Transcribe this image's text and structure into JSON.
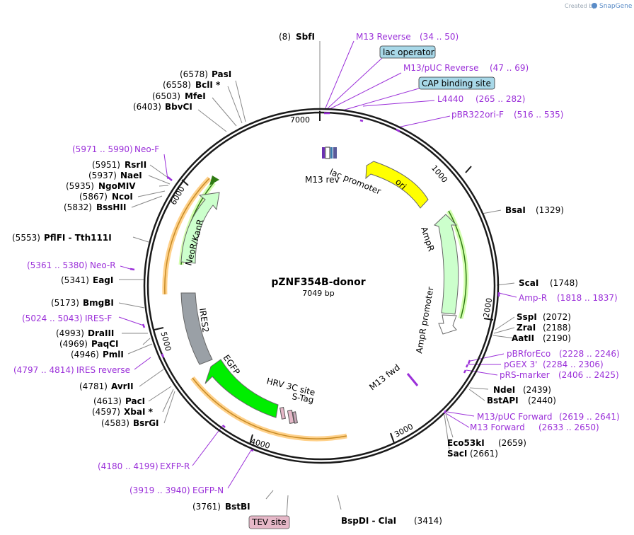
{
  "brand": {
    "prefix": "Created by",
    "name": "SnapGene"
  },
  "plasmid": {
    "name": "pZNF354B-donor",
    "length_label": "7049 bp"
  },
  "ticks": [
    "7000",
    "1000",
    "2000",
    "3000",
    "4000",
    "5000",
    "6000"
  ],
  "sites": [
    {
      "pos": "(8)",
      "name": "SbfI"
    },
    {
      "pos": "(6578)",
      "name": "PasI"
    },
    {
      "pos": "(6558)",
      "name": "BclI *"
    },
    {
      "pos": "(6503)",
      "name": "MfeI"
    },
    {
      "pos": "(6403)",
      "name": "BbvCI"
    },
    {
      "pos": "(5951)",
      "name": "RsrII"
    },
    {
      "pos": "(5937)",
      "name": "NaeI"
    },
    {
      "pos": "(5935)",
      "name": "NgoMIV"
    },
    {
      "pos": "(5867)",
      "name": "NcoI"
    },
    {
      "pos": "(5832)",
      "name": "BssHII"
    },
    {
      "pos": "(5553)",
      "name": "PflFI - Tth111I"
    },
    {
      "pos": "(5341)",
      "name": "EagI"
    },
    {
      "pos": "(5173)",
      "name": "BmgBI"
    },
    {
      "pos": "(4993)",
      "name": "DraIII"
    },
    {
      "pos": "(4969)",
      "name": "PaqCI"
    },
    {
      "pos": "(4946)",
      "name": "PmlI"
    },
    {
      "pos": "(4781)",
      "name": "AvrII"
    },
    {
      "pos": "(4613)",
      "name": "PacI"
    },
    {
      "pos": "(4597)",
      "name": "XbaI *"
    },
    {
      "pos": "(4583)",
      "name": "BsrGI"
    },
    {
      "pos": "(3761)",
      "name": "BstBI"
    },
    {
      "pos": "(1329)",
      "name": "BsaI"
    },
    {
      "pos": "(1748)",
      "name": "ScaI"
    },
    {
      "pos": "(2072)",
      "name": "SspI"
    },
    {
      "pos": "(2188)",
      "name": "ZraI"
    },
    {
      "pos": "(2190)",
      "name": "AatII"
    },
    {
      "pos": "(2439)",
      "name": "NdeI"
    },
    {
      "pos": "(2440)",
      "name": "BstAPI"
    },
    {
      "pos": "(2659)",
      "name": "Eco53kI"
    },
    {
      "pos": "(2661)",
      "name": "SacI"
    },
    {
      "pos": "(3414)",
      "name": "BspDI - ClaI"
    }
  ],
  "primers": [
    {
      "name": "M13 Reverse",
      "range": "(34 .. 50)"
    },
    {
      "name": "M13/pUC Reverse",
      "range": "(47 .. 69)"
    },
    {
      "name": "L4440",
      "range": "(265 .. 282)"
    },
    {
      "name": "pBR322ori-F",
      "range": "(516 .. 535)"
    },
    {
      "name": "Neo-F",
      "range": "(5971 .. 5990)"
    },
    {
      "name": "Neo-R",
      "range": "(5361 .. 5380)"
    },
    {
      "name": "IRES-F",
      "range": "(5024 .. 5043)"
    },
    {
      "name": "IRES reverse",
      "range": "(4797 .. 4814)"
    },
    {
      "name": "EXFP-R",
      "range": "(4180 .. 4199)"
    },
    {
      "name": "EGFP-N",
      "range": "(3919 .. 3940)"
    },
    {
      "name": "Amp-R",
      "range": "(1818 .. 1837)"
    },
    {
      "name": "pBRforEco",
      "range": "(2228 .. 2246)"
    },
    {
      "name": "pGEX 3'",
      "range": "(2284 .. 2306)"
    },
    {
      "name": "pRS-marker",
      "range": "(2406 .. 2425)"
    },
    {
      "name": "M13/pUC Forward",
      "range": "(2619 .. 2641)"
    },
    {
      "name": "M13 Forward",
      "range": "(2633 .. 2650)"
    }
  ],
  "boxed_features": [
    "lac operator",
    "CAP binding site",
    "TEV site"
  ],
  "features": [
    "lac promoter",
    "M13 rev",
    "ori",
    "AmpR",
    "AmpR promoter",
    "M13 fwd",
    "NeoR/KanR",
    "IRES2",
    "EGFP",
    "HRV 3C site",
    "S-Tag"
  ],
  "colors": {
    "primer": "#9b30d9",
    "ori": "#ffff00",
    "ampr": "#ccffcc",
    "neor": "#ccffcc",
    "egfp": "#00ee00",
    "ires": "#9aa0a6",
    "orange_arc": "#ffcc80",
    "green_arc": "#d4ffb0",
    "lac_box": "#a8d8e8",
    "tev_box": "#e6b8c8"
  }
}
